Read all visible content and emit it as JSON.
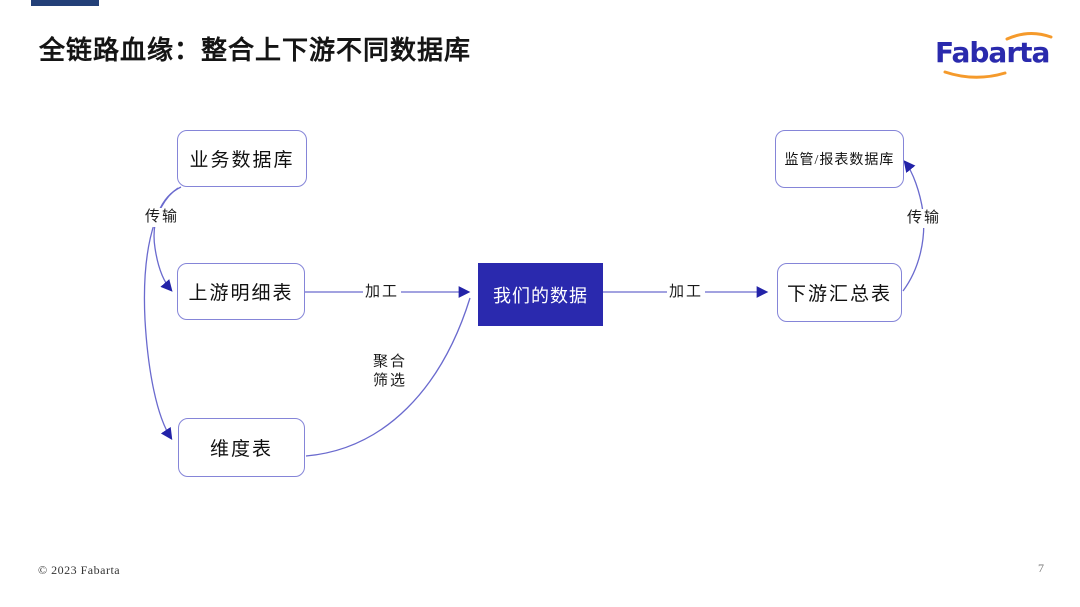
{
  "slide": {
    "title": "全链路血缘：整合上下游不同数据库",
    "logo_text": "Fabarta",
    "footer_copyright": "© 2023 Fabarta",
    "page_number": "7"
  },
  "diagram": {
    "nodes": [
      {
        "id": "biz_db",
        "label": "业务数据库"
      },
      {
        "id": "upstream_detail",
        "label": "上游明细表"
      },
      {
        "id": "dim_table",
        "label": "维度表"
      },
      {
        "id": "our_data",
        "label": "我们的数据",
        "highlighted": true
      },
      {
        "id": "downstream_summary",
        "label": "下游汇总表"
      },
      {
        "id": "regulatory_db",
        "label": "监管/报表数据库"
      }
    ],
    "edges": [
      {
        "from": "业务数据库",
        "to": "上游明细表",
        "label": "传输"
      },
      {
        "from": "业务数据库",
        "to": "维度表",
        "label": "传输"
      },
      {
        "from": "上游明细表",
        "to": "我们的数据",
        "label": "加工"
      },
      {
        "from": "维度表",
        "to": "我们的数据",
        "label": "聚合 筛选",
        "label_line1": "聚合",
        "label_line2": "筛选"
      },
      {
        "from": "我们的数据",
        "to": "下游汇总表",
        "label": "加工"
      },
      {
        "from": "下游汇总表",
        "to": "监管/报表数据库",
        "label": "传输"
      }
    ]
  },
  "colors": {
    "accent": "#2a29ae",
    "line": "#6a6ace",
    "arrowhead": "#2323a8",
    "node_border": "#8585d8",
    "logo_blue": "#2a2aad",
    "logo_orange": "#f59a2b",
    "header_bar": "#234078"
  }
}
